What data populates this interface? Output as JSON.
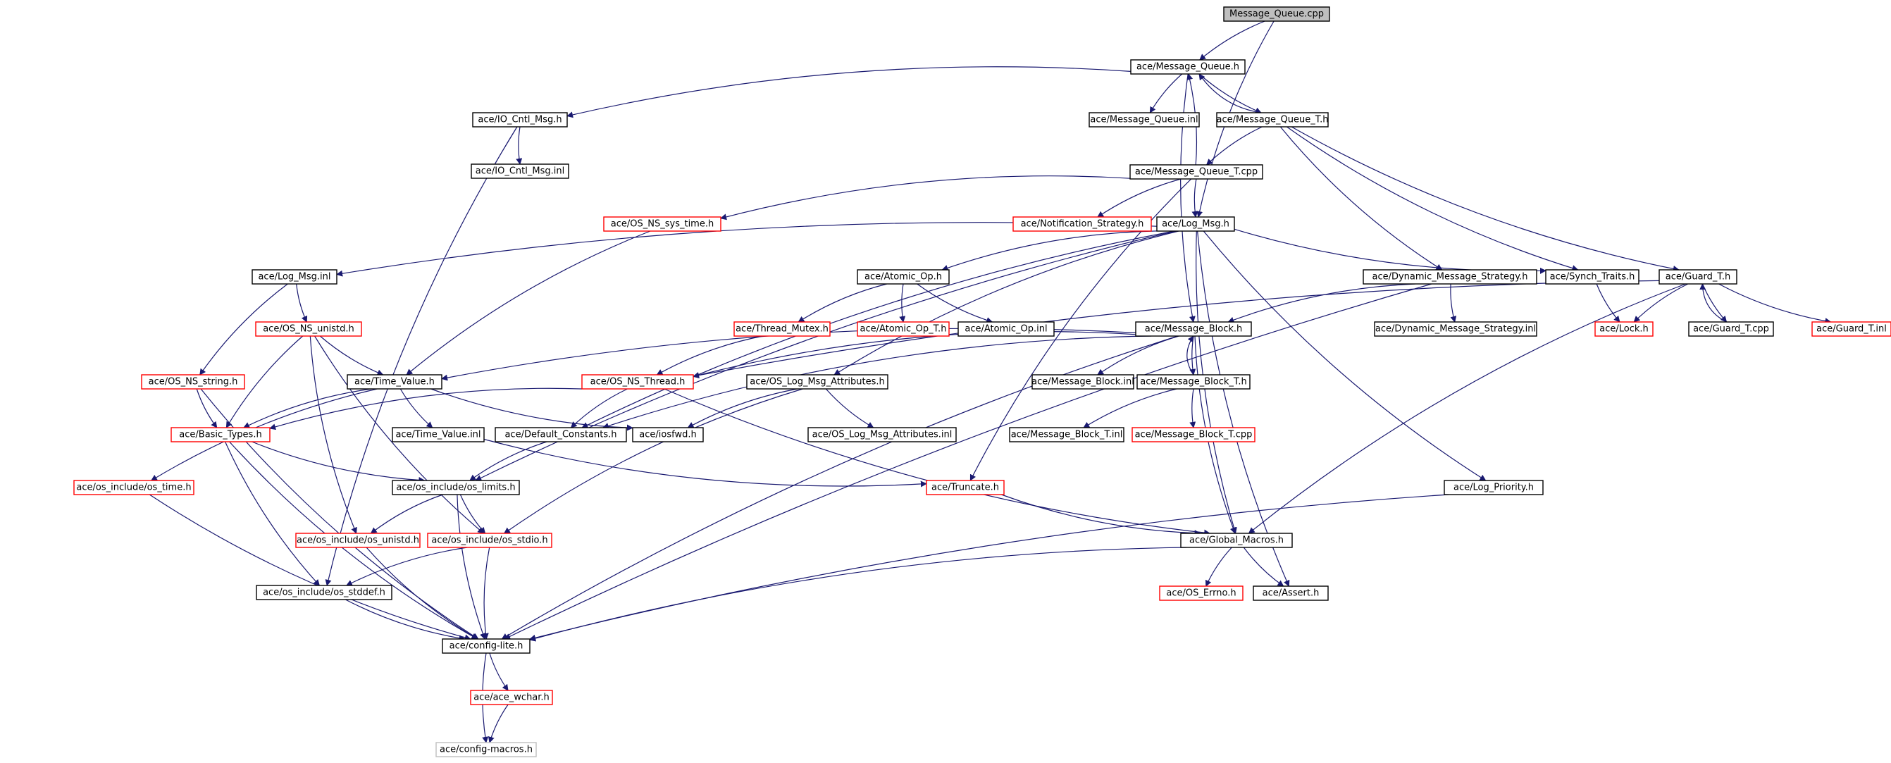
{
  "colors": {
    "edge": "#191970",
    "root_fill": "#bfbfbf",
    "normal": "#000000",
    "undocumented": "#ff0000",
    "external": "#bfbfbf",
    "text": "#000000"
  },
  "nodes": [
    {
      "id": "n0",
      "label": "Message_Queue.cpp",
      "kind": "root"
    },
    {
      "id": "n1",
      "label": "ace/Message_Queue.h",
      "kind": "normal"
    },
    {
      "id": "n2",
      "label": "ace/IO_Cntl_Msg.h",
      "kind": "normal"
    },
    {
      "id": "n3",
      "label": "ace/Message_Queue.inl",
      "kind": "normal"
    },
    {
      "id": "n4",
      "label": "ace/Message_Queue_T.h",
      "kind": "normal"
    },
    {
      "id": "n5",
      "label": "ace/IO_Cntl_Msg.inl",
      "kind": "normal"
    },
    {
      "id": "n6",
      "label": "ace/Message_Queue_T.cpp",
      "kind": "normal"
    },
    {
      "id": "n7",
      "label": "ace/OS_NS_sys_time.h",
      "kind": "red"
    },
    {
      "id": "n8",
      "label": "ace/Notification_Strategy.h",
      "kind": "red"
    },
    {
      "id": "n9",
      "label": "ace/Log_Msg.h",
      "kind": "normal"
    },
    {
      "id": "n10",
      "label": "ace/Log_Msg.inl",
      "kind": "normal"
    },
    {
      "id": "n11",
      "label": "ace/Atomic_Op.h",
      "kind": "normal"
    },
    {
      "id": "n12",
      "label": "ace/Dynamic_Message_Strategy.h",
      "kind": "normal"
    },
    {
      "id": "n13",
      "label": "ace/Synch_Traits.h",
      "kind": "normal"
    },
    {
      "id": "n14",
      "label": "ace/Guard_T.h",
      "kind": "normal"
    },
    {
      "id": "n15",
      "label": "ace/OS_NS_unistd.h",
      "kind": "red"
    },
    {
      "id": "n16",
      "label": "ace/Thread_Mutex.h",
      "kind": "red"
    },
    {
      "id": "n17",
      "label": "ace/Atomic_Op_T.h",
      "kind": "red"
    },
    {
      "id": "n18",
      "label": "ace/Atomic_Op.inl",
      "kind": "normal"
    },
    {
      "id": "n19",
      "label": "ace/Message_Block.h",
      "kind": "normal"
    },
    {
      "id": "n20",
      "label": "ace/Dynamic_Message_Strategy.inl",
      "kind": "normal"
    },
    {
      "id": "n21",
      "label": "ace/Lock.h",
      "kind": "red"
    },
    {
      "id": "n22",
      "label": "ace/Guard_T.cpp",
      "kind": "normal"
    },
    {
      "id": "n23",
      "label": "ace/Guard_T.inl",
      "kind": "red"
    },
    {
      "id": "n24",
      "label": "ace/OS_NS_string.h",
      "kind": "red"
    },
    {
      "id": "n25",
      "label": "ace/Time_Value.h",
      "kind": "normal"
    },
    {
      "id": "n26",
      "label": "ace/OS_NS_Thread.h",
      "kind": "red"
    },
    {
      "id": "n27",
      "label": "ace/OS_Log_Msg_Attributes.h",
      "kind": "normal"
    },
    {
      "id": "n28",
      "label": "ace/Message_Block.inl",
      "kind": "normal"
    },
    {
      "id": "n29",
      "label": "ace/Message_Block_T.h",
      "kind": "normal"
    },
    {
      "id": "n30",
      "label": "ace/Basic_Types.h",
      "kind": "red"
    },
    {
      "id": "n31",
      "label": "ace/Time_Value.inl",
      "kind": "normal"
    },
    {
      "id": "n32",
      "label": "ace/Default_Constants.h",
      "kind": "normal"
    },
    {
      "id": "n33",
      "label": "ace/iosfwd.h",
      "kind": "normal"
    },
    {
      "id": "n34",
      "label": "ace/OS_Log_Msg_Attributes.inl",
      "kind": "normal"
    },
    {
      "id": "n35",
      "label": "ace/Message_Block_T.inl",
      "kind": "normal"
    },
    {
      "id": "n36",
      "label": "ace/Message_Block_T.cpp",
      "kind": "red"
    },
    {
      "id": "n37",
      "label": "ace/os_include/os_time.h",
      "kind": "red"
    },
    {
      "id": "n38",
      "label": "ace/os_include/os_limits.h",
      "kind": "normal"
    },
    {
      "id": "n39",
      "label": "ace/Truncate.h",
      "kind": "red"
    },
    {
      "id": "n40",
      "label": "ace/Log_Priority.h",
      "kind": "normal"
    },
    {
      "id": "n41",
      "label": "ace/os_include/os_unistd.h",
      "kind": "red"
    },
    {
      "id": "n42",
      "label": "ace/os_include/os_stdio.h",
      "kind": "red"
    },
    {
      "id": "n43",
      "label": "ace/Global_Macros.h",
      "kind": "normal"
    },
    {
      "id": "n44",
      "label": "ace/os_include/os_stddef.h",
      "kind": "normal"
    },
    {
      "id": "n45",
      "label": "ace/OS_Errno.h",
      "kind": "red"
    },
    {
      "id": "n46",
      "label": "ace/Assert.h",
      "kind": "normal"
    },
    {
      "id": "n47",
      "label": "ace/config-lite.h",
      "kind": "normal"
    },
    {
      "id": "n48",
      "label": "ace/ace_wchar.h",
      "kind": "red"
    },
    {
      "id": "n49",
      "label": "ace/config-macros.h",
      "kind": "external"
    }
  ],
  "edges": [
    [
      "n0",
      "n1"
    ],
    [
      "n0",
      "n9"
    ],
    [
      "n1",
      "n2"
    ],
    [
      "n1",
      "n3"
    ],
    [
      "n1",
      "n4"
    ],
    [
      "n1",
      "n19"
    ],
    [
      "n2",
      "n5"
    ],
    [
      "n2",
      "n44"
    ],
    [
      "n4",
      "n1"
    ],
    [
      "n4",
      "n6"
    ],
    [
      "n4",
      "n12"
    ],
    [
      "n4",
      "n13"
    ],
    [
      "n4",
      "n14"
    ],
    [
      "n6",
      "n1"
    ],
    [
      "n6",
      "n7"
    ],
    [
      "n6",
      "n8"
    ],
    [
      "n6",
      "n9"
    ],
    [
      "n6",
      "n39"
    ],
    [
      "n7",
      "n25"
    ],
    [
      "n9",
      "n10"
    ],
    [
      "n9",
      "n11"
    ],
    [
      "n9",
      "n13"
    ],
    [
      "n9",
      "n27"
    ],
    [
      "n9",
      "n32"
    ],
    [
      "n9",
      "n38"
    ],
    [
      "n9",
      "n40"
    ],
    [
      "n9",
      "n43"
    ],
    [
      "n9",
      "n46"
    ],
    [
      "n10",
      "n15"
    ],
    [
      "n10",
      "n24"
    ],
    [
      "n11",
      "n16"
    ],
    [
      "n11",
      "n17"
    ],
    [
      "n11",
      "n18"
    ],
    [
      "n12",
      "n19"
    ],
    [
      "n12",
      "n20"
    ],
    [
      "n12",
      "n47"
    ],
    [
      "n13",
      "n21"
    ],
    [
      "n14",
      "n21"
    ],
    [
      "n14",
      "n22"
    ],
    [
      "n14",
      "n23"
    ],
    [
      "n14",
      "n26"
    ],
    [
      "n14",
      "n43"
    ],
    [
      "n22",
      "n14"
    ],
    [
      "n15",
      "n25"
    ],
    [
      "n15",
      "n30"
    ],
    [
      "n15",
      "n41"
    ],
    [
      "n15",
      "n42"
    ],
    [
      "n16",
      "n26"
    ],
    [
      "n19",
      "n25"
    ],
    [
      "n19",
      "n26"
    ],
    [
      "n19",
      "n28"
    ],
    [
      "n19",
      "n29"
    ],
    [
      "n19",
      "n32"
    ],
    [
      "n19",
      "n43"
    ],
    [
      "n19",
      "n47"
    ],
    [
      "n29",
      "n19"
    ],
    [
      "n29",
      "n35"
    ],
    [
      "n29",
      "n36"
    ],
    [
      "n24",
      "n30"
    ],
    [
      "n24",
      "n47"
    ],
    [
      "n25",
      "n30"
    ],
    [
      "n25",
      "n31"
    ],
    [
      "n25",
      "n33"
    ],
    [
      "n25",
      "n37"
    ],
    [
      "n26",
      "n30"
    ],
    [
      "n26",
      "n32"
    ],
    [
      "n26",
      "n43"
    ],
    [
      "n27",
      "n33"
    ],
    [
      "n27",
      "n34"
    ],
    [
      "n27",
      "n42"
    ],
    [
      "n30",
      "n38"
    ],
    [
      "n30",
      "n44"
    ],
    [
      "n30",
      "n47"
    ],
    [
      "n31",
      "n39"
    ],
    [
      "n32",
      "n38"
    ],
    [
      "n37",
      "n47"
    ],
    [
      "n38",
      "n41"
    ],
    [
      "n38",
      "n42"
    ],
    [
      "n38",
      "n47"
    ],
    [
      "n39",
      "n43"
    ],
    [
      "n40",
      "n47"
    ],
    [
      "n41",
      "n47"
    ],
    [
      "n42",
      "n44"
    ],
    [
      "n42",
      "n47"
    ],
    [
      "n43",
      "n45"
    ],
    [
      "n43",
      "n46"
    ],
    [
      "n43",
      "n47"
    ],
    [
      "n44",
      "n47"
    ],
    [
      "n47",
      "n48"
    ],
    [
      "n47",
      "n49"
    ],
    [
      "n48",
      "n49"
    ]
  ]
}
